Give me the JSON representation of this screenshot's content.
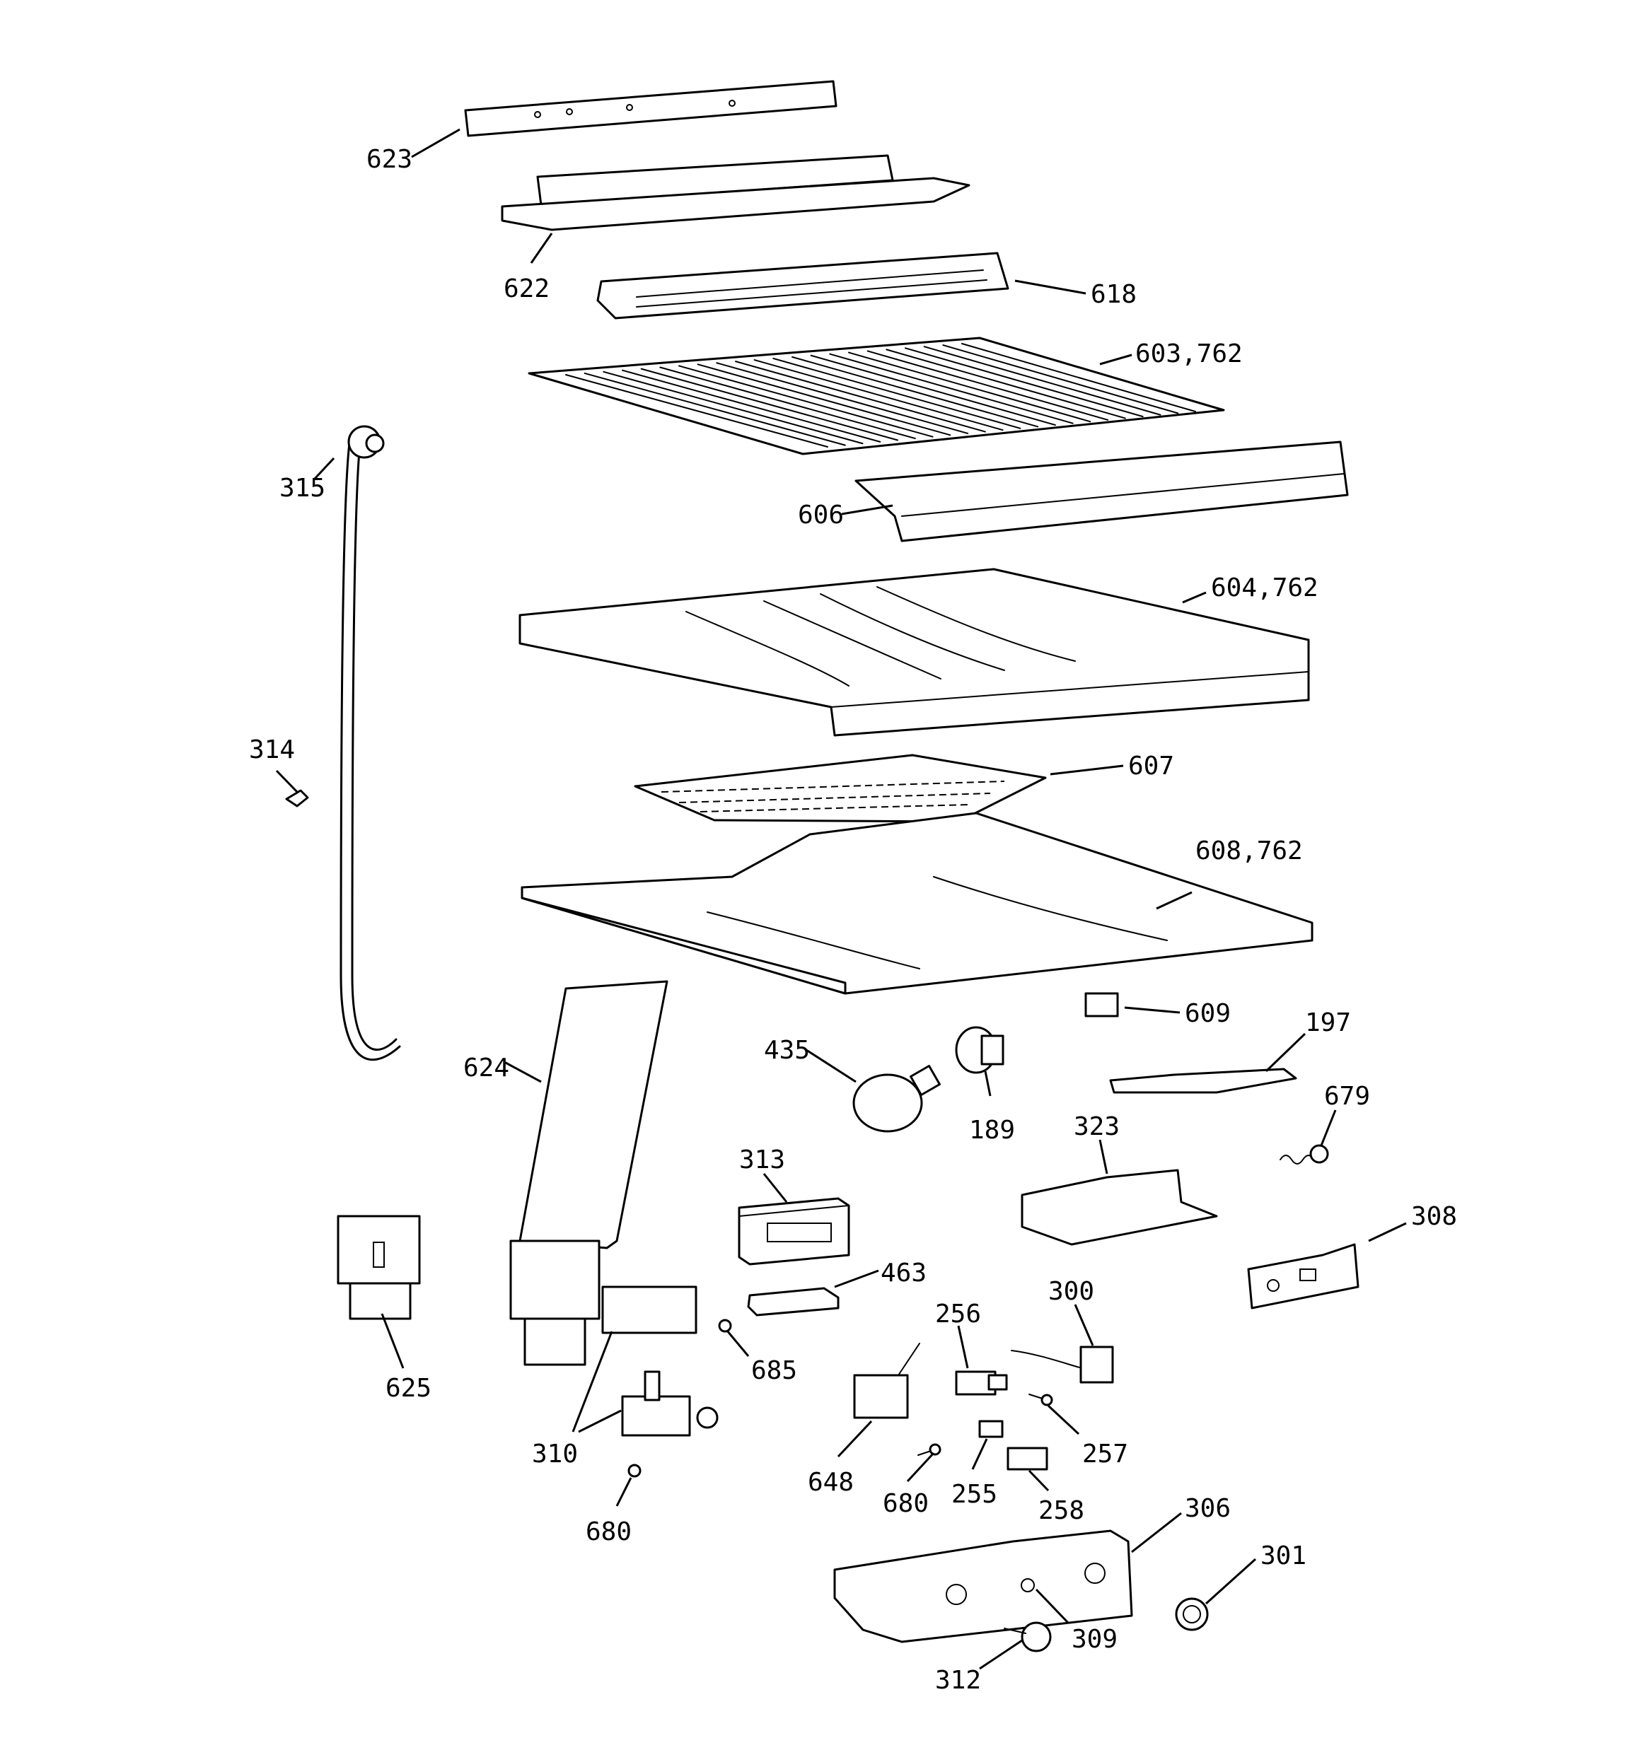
{
  "callouts": [
    {
      "id": "623",
      "label": "623"
    },
    {
      "id": "622",
      "label": "622"
    },
    {
      "id": "618",
      "label": "618"
    },
    {
      "id": "603",
      "label": "603,762"
    },
    {
      "id": "315",
      "label": "315"
    },
    {
      "id": "606",
      "label": "606"
    },
    {
      "id": "604",
      "label": "604,762"
    },
    {
      "id": "314",
      "label": "314"
    },
    {
      "id": "607",
      "label": "607"
    },
    {
      "id": "608",
      "label": "608,762"
    },
    {
      "id": "609",
      "label": "609"
    },
    {
      "id": "197",
      "label": "197"
    },
    {
      "id": "435",
      "label": "435"
    },
    {
      "id": "624",
      "label": "624"
    },
    {
      "id": "189",
      "label": "189"
    },
    {
      "id": "679",
      "label": "679"
    },
    {
      "id": "313",
      "label": "313"
    },
    {
      "id": "323",
      "label": "323"
    },
    {
      "id": "308",
      "label": "308"
    },
    {
      "id": "463",
      "label": "463"
    },
    {
      "id": "625",
      "label": "625"
    },
    {
      "id": "256",
      "label": "256"
    },
    {
      "id": "300",
      "label": "300"
    },
    {
      "id": "685",
      "label": "685"
    },
    {
      "id": "310",
      "label": "310"
    },
    {
      "id": "648",
      "label": "648"
    },
    {
      "id": "257",
      "label": "257"
    },
    {
      "id": "680a",
      "label": "680"
    },
    {
      "id": "255",
      "label": "255"
    },
    {
      "id": "258",
      "label": "258"
    },
    {
      "id": "680b",
      "label": "680"
    },
    {
      "id": "306",
      "label": "306"
    },
    {
      "id": "301",
      "label": "301"
    },
    {
      "id": "309",
      "label": "309"
    },
    {
      "id": "312",
      "label": "312"
    }
  ]
}
